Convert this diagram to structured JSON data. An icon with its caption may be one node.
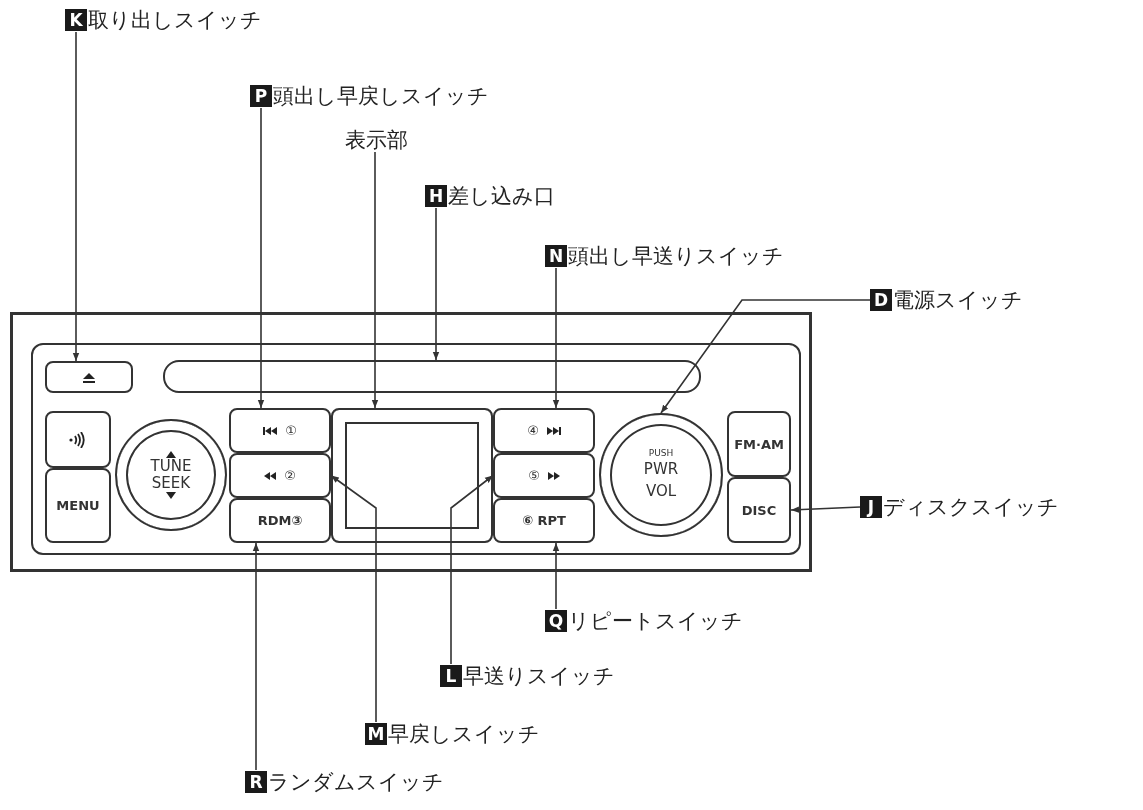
{
  "diagram": {
    "nodes": [
      {
        "text": [
          "K",
          "取り出しスイッチ"
        ]
      },
      {
        "text": [
          "P",
          "頭出し早戻しスイッチ"
        ]
      },
      {
        "text": [
          "表示部"
        ]
      },
      {
        "text": [
          "H",
          "差し込み口"
        ]
      },
      {
        "text": [
          "N",
          "頭出し早送りスイッチ"
        ]
      },
      {
        "text": [
          "D",
          "電源スイッチ"
        ]
      },
      {
        "text": [],
        "shape": "box"
      },
      {
        "text": [],
        "shape": "box",
        "in": 6
      },
      {
        "text": [],
        "shape": "box",
        "in": 6
      },
      {
        "text": [],
        "shape": "box",
        "in": 6
      },
      {
        "text": [
          "①"
        ],
        "in": 6
      },
      {
        "text": [],
        "shape": "box",
        "in": 6
      },
      {
        "text": [
          "④"
        ],
        "in": 6
      },
      {
        "text": [
          "FM·AM"
        ],
        "in": 6
      },
      {
        "text": [
          "TUNE SEEK"
        ],
        "in": 6
      },
      {
        "text": [
          "②"
        ],
        "in": 6
      },
      {
        "text": [
          "⑤"
        ],
        "in": 6
      },
      {
        "text": [
          "PUSH",
          "PWR VOL"
        ],
        "in": 6
      },
      {
        "text": [
          "MENU"
        ],
        "in": 6
      },
      {
        "text": [
          "RDM③"
        ],
        "in": 6
      },
      {
        "text": [
          "⑥ RPT"
        ],
        "in": 6
      },
      {
        "text": [
          "DISC"
        ],
        "in": 6
      },
      {
        "text": [
          "J",
          "ディスクスイッチ"
        ]
      },
      {
        "text": [
          "Q",
          "リピートスイッチ"
        ]
      },
      {
        "text": [
          "L",
          "早送りスイッチ"
        ]
      },
      {
        "text": [
          "M",
          "早戻しスイッチ"
        ]
      },
      {
        "text": [
          "R",
          "ランダムスイッチ"
        ]
      }
    ],
    "edges": [
      {
        "from": 0,
        "to": 7,
        "arrow": "to"
      },
      {
        "from": 1,
        "to": 10,
        "arrow": "to"
      },
      {
        "from": 2,
        "to": 11,
        "arrow": "to"
      },
      {
        "from": 3,
        "to": 8,
        "arrow": "to"
      },
      {
        "from": 4,
        "to": 12,
        "arrow": "to"
      },
      {
        "from": 5,
        "to": 17,
        "arrow": "to"
      },
      {
        "from": 22,
        "to": 21,
        "arrow": "to"
      },
      {
        "from": 23,
        "to": 20,
        "arrow": "to"
      },
      {
        "from": 24,
        "to": 16,
        "arrow": "to"
      },
      {
        "from": 25,
        "to": 15,
        "arrow": "to"
      },
      {
        "from": 26,
        "to": 19,
        "arrow": "to"
      }
    ]
  }
}
